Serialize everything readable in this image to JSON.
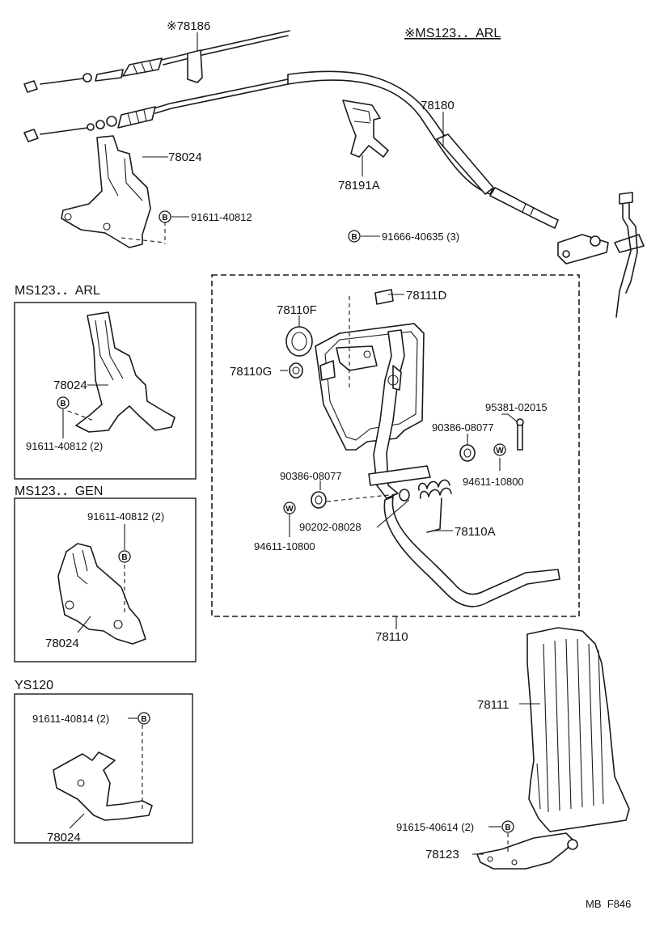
{
  "variants": {
    "star_ms123_arl": "※MS123．．ARL",
    "ms123_arl": "MS123．．ARL",
    "ms123_gen": "MS123．．GEN",
    "ys120": "YS120"
  },
  "symbols": {
    "bolt": "B",
    "washer": "W"
  },
  "parts": {
    "p78186": "※78186",
    "p78180": "78180",
    "p78024": "78024",
    "p78191a": "78191A",
    "p91611_40812": "91611-40812",
    "p91666_40635": "91666-40635 (3)",
    "p78111d": "78111D",
    "p78110f": "78110F",
    "p78110g": "78110G",
    "p95381_02015": "95381-02015",
    "p90386_08077": "90386-08077",
    "p94611_10800": "94611-10800",
    "p90202_08028": "90202-08028",
    "p78110a": "78110A",
    "p78110": "78110",
    "p78111": "78111",
    "p91615_40614": "91615-40614 (2)",
    "p78123": "78123",
    "p91611_40812_2": "91611-40812 (2)",
    "p91611_40814_2": "91611-40814 (2)"
  },
  "footer": {
    "code": "MB  F846"
  }
}
